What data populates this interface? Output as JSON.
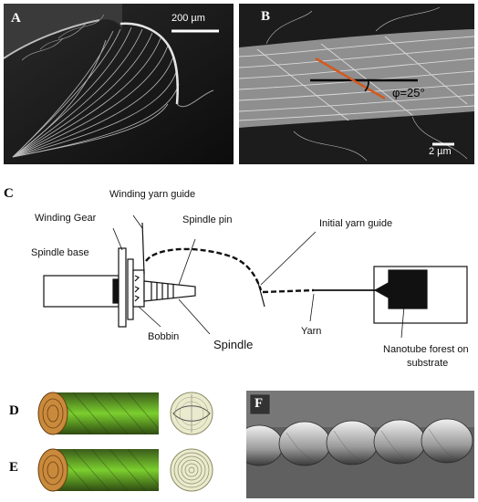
{
  "panels": {
    "A": {
      "letter": "A",
      "scalebar": "200 µm"
    },
    "B": {
      "letter": "B",
      "angle_label": "φ=25°",
      "scalebar": "2 µm"
    },
    "C": {
      "letter": "C",
      "labels": {
        "winding_guide": "Winding yarn guide",
        "winding_gear": "Winding Gear",
        "spindle_pin": "Spindle pin",
        "initial_guide": "Initial yarn guide",
        "spindle_base": "Spindle base",
        "bobbin": "Bobbin",
        "spindle": "Spindle",
        "yarn": "Yarn",
        "forest_line1": "Nanotube forest on",
        "forest_line2": "substrate"
      }
    },
    "D": {
      "letter": "D"
    },
    "E": {
      "letter": "E"
    },
    "F": {
      "letter": "F"
    }
  },
  "colors": {
    "sem_dark": "#1a1a1a",
    "fiber_light": "#d8d8d8",
    "orange_line": "#d2591e",
    "yarn_green": "#6fbf2a",
    "wood_orange": "#c98a3c",
    "outline": "#111111"
  }
}
